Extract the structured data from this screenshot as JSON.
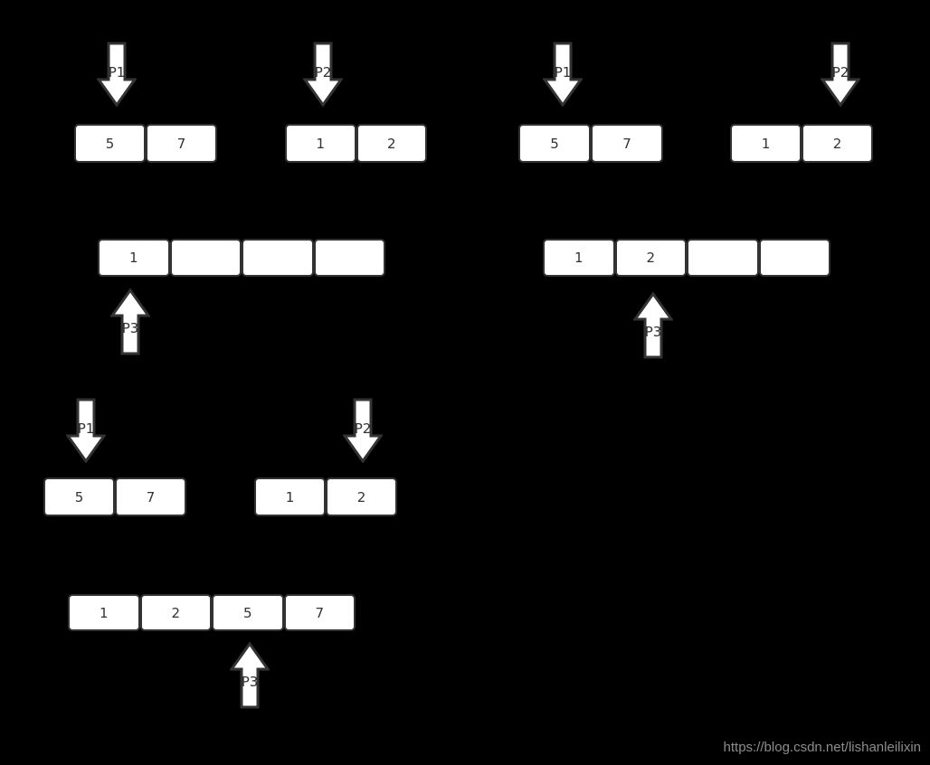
{
  "diagram": {
    "description": "merge two sorted arrays with pointers",
    "pointers": {
      "p1": "P1",
      "p2": "P2",
      "p3": "P3"
    },
    "stages": [
      {
        "array_a": [
          "5",
          "7"
        ],
        "array_b": [
          "1",
          "2"
        ],
        "merged": [
          "1",
          "",
          "",
          ""
        ]
      },
      {
        "array_a": [
          "5",
          "7"
        ],
        "array_b": [
          "1",
          "2"
        ],
        "merged": [
          "1",
          "2",
          "",
          ""
        ]
      },
      {
        "array_a": [
          "5",
          "7"
        ],
        "array_b": [
          "1",
          "2"
        ],
        "merged": [
          "1",
          "2",
          "5",
          "7"
        ]
      }
    ]
  },
  "watermark": "https://blog.csdn.net/lishanleilixin",
  "colors": {
    "background": "#000000",
    "box_fill": "#ffffff",
    "box_border": "#333333",
    "arrow_fill": "#ffffff",
    "arrow_border": "#333333",
    "text": "#333333",
    "watermark": "#8c8c8c"
  }
}
